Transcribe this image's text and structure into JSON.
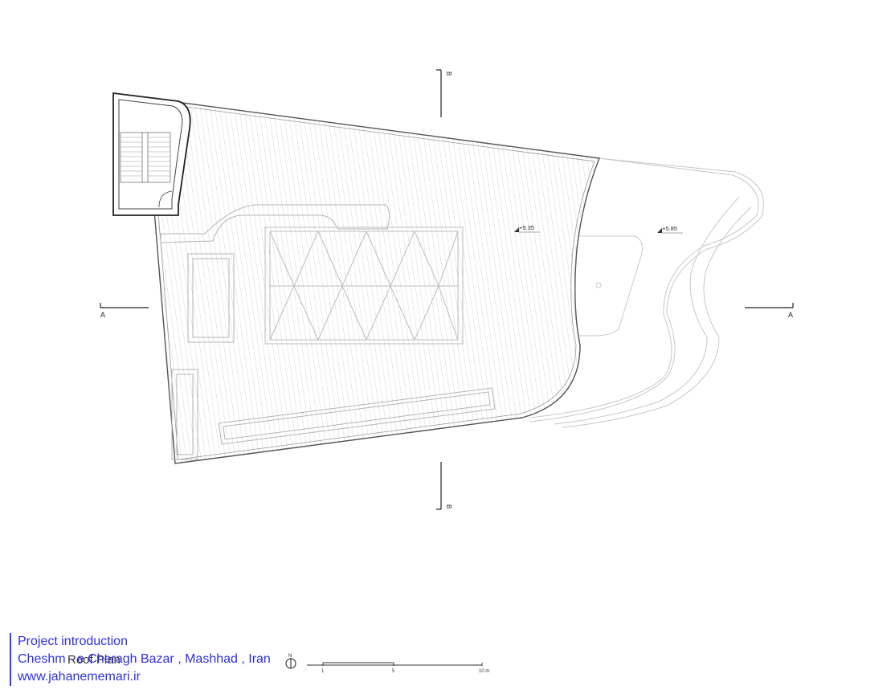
{
  "section_marks": {
    "a": "A",
    "b": "B"
  },
  "levels": {
    "upper": "+9.35",
    "lower": "+5.85"
  },
  "drawing_title": "Roof Plan",
  "scale": {
    "ticks": [
      "1",
      "5",
      "10 m"
    ],
    "north": "N"
  },
  "info": {
    "line1": "Project introduction",
    "line2": "Cheshm - e Cheragh Bazar , Mashhad , Iran",
    "line3": "www.jahanememari.ir"
  },
  "colors": {
    "info_text": "#2f2fe0",
    "line": "#555555",
    "light_line": "#bdbdbd"
  }
}
